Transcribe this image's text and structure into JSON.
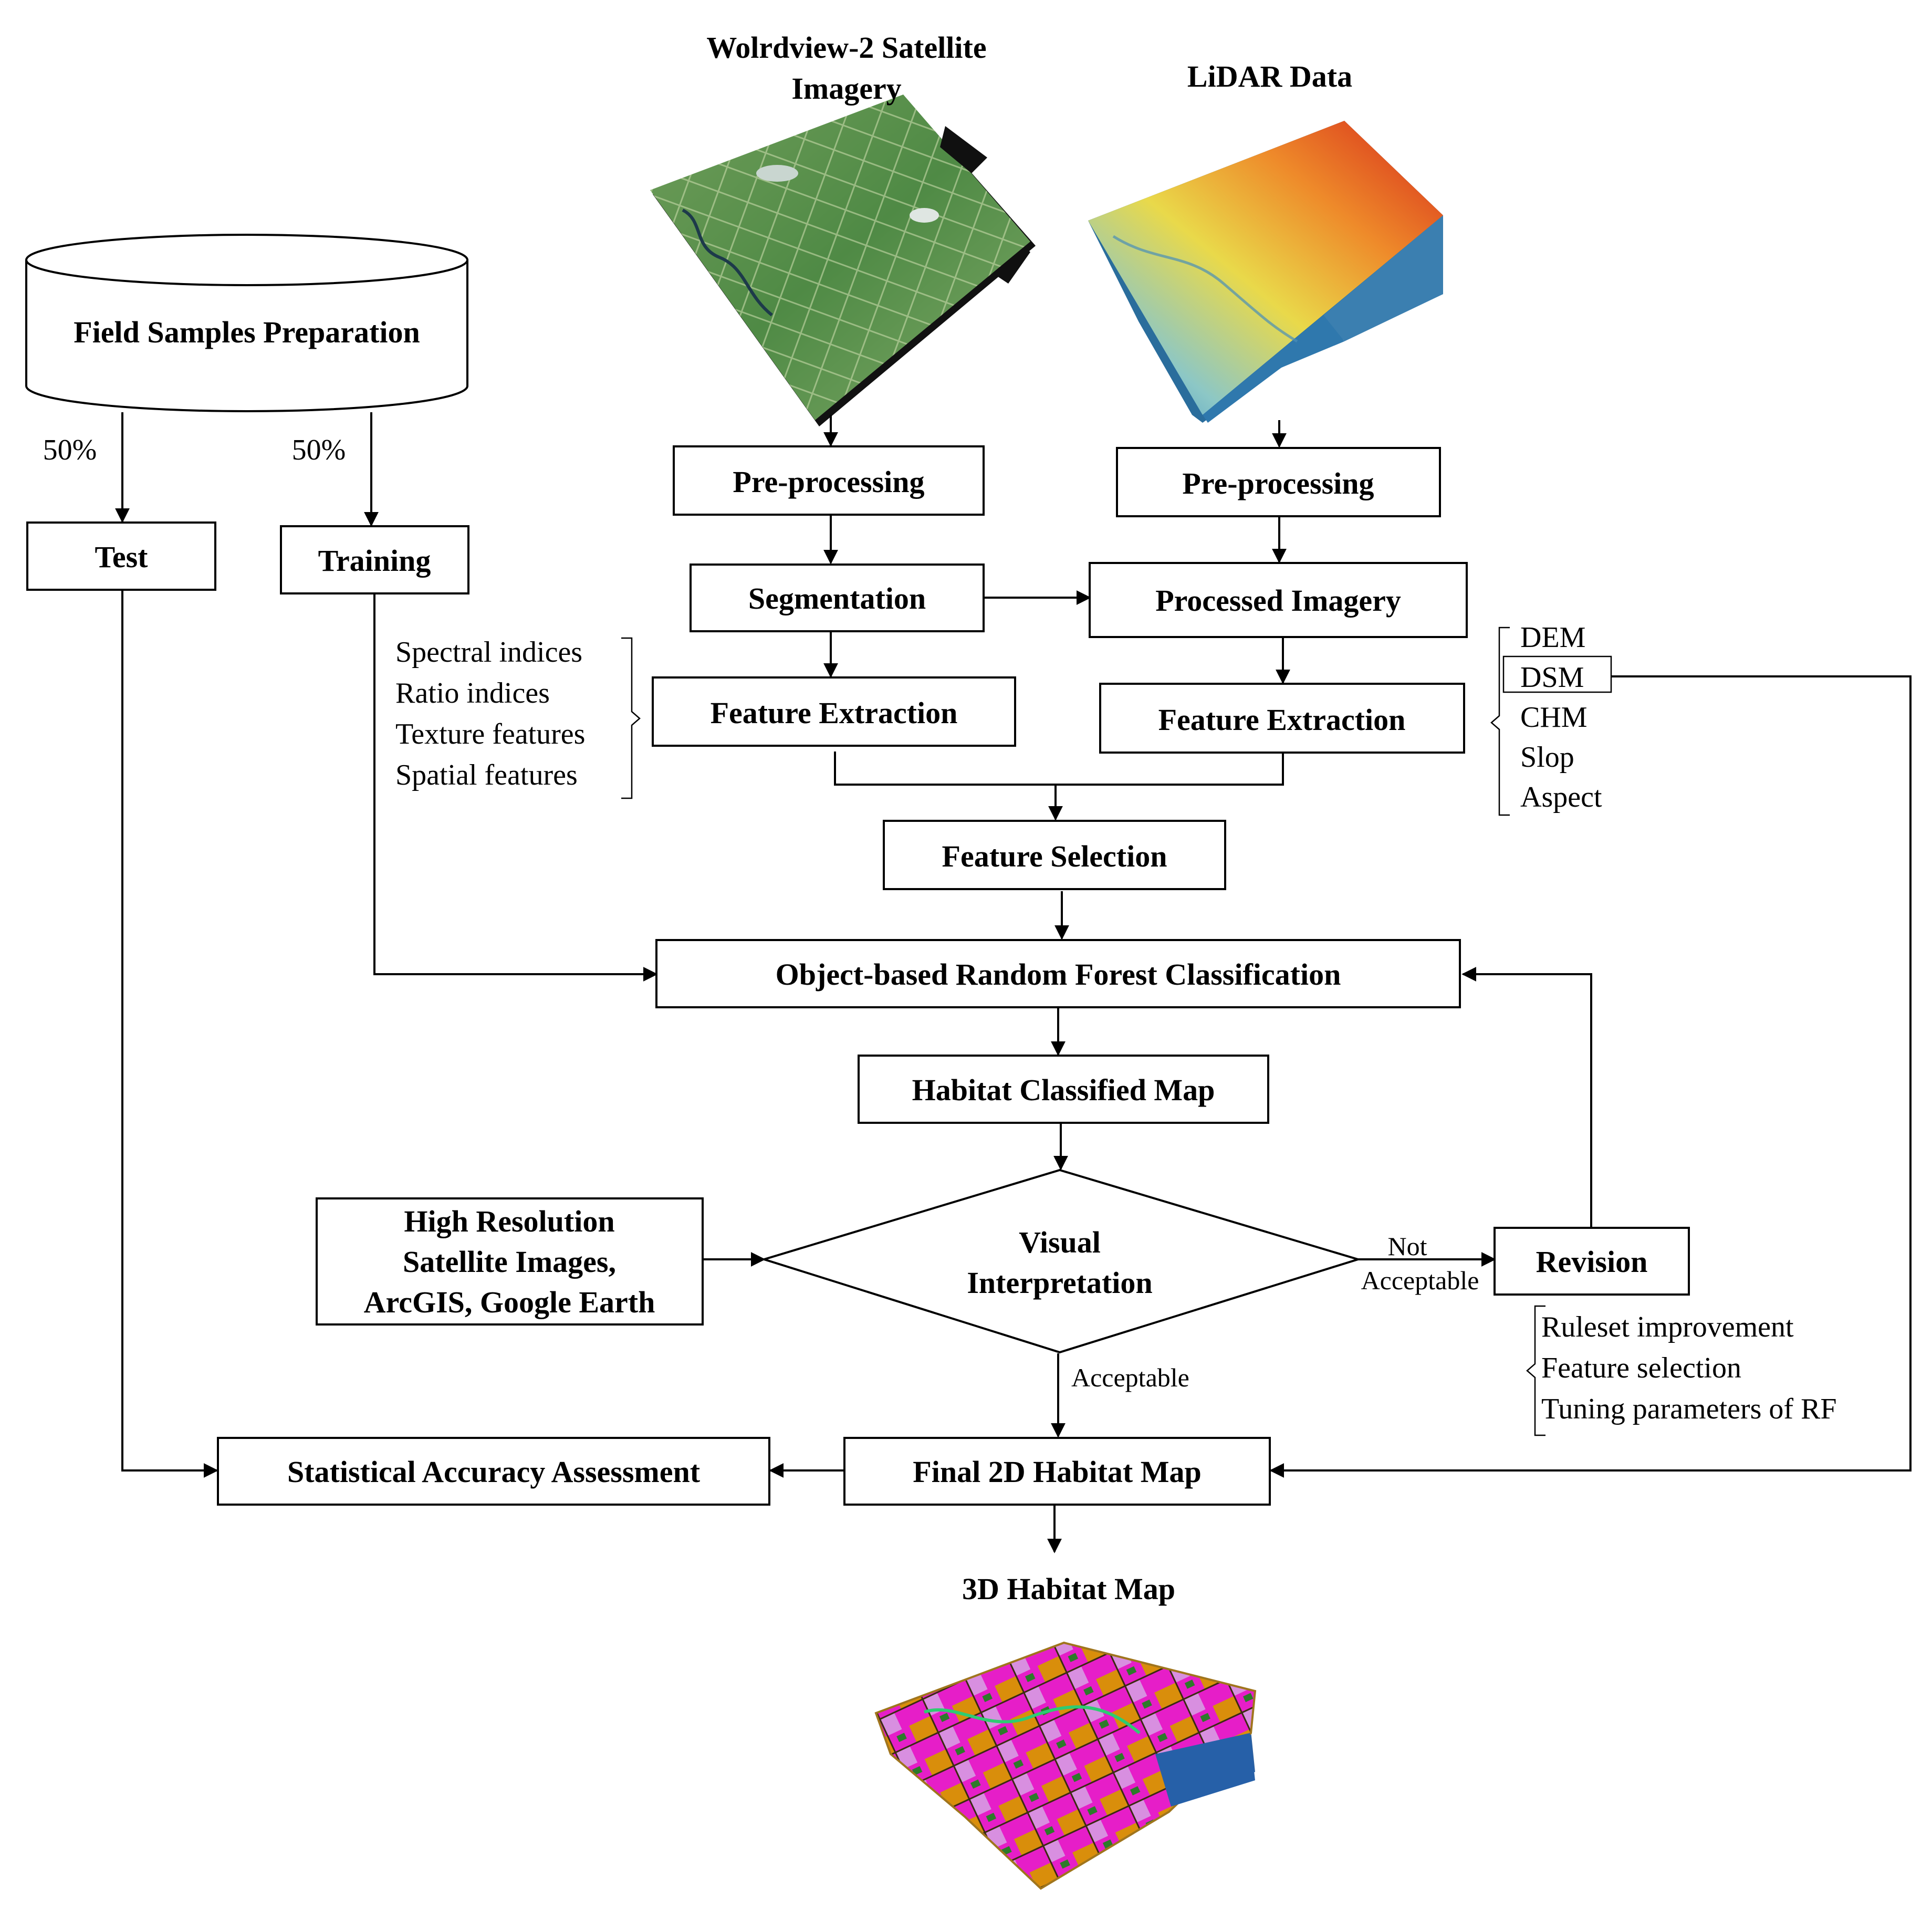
{
  "colors": {
    "line": "#000000",
    "box_fill": "#ffffff",
    "map_pink": "#e61ec8",
    "map_orange": "#d98e0b",
    "map_green": "#2d7a2a",
    "lidar_red": "#d83a1c",
    "lidar_yellow": "#e8d43a",
    "lidar_blue": "#3a8fc4"
  },
  "inputs": {
    "satellite_title_line1": "Wolrdview-2 Satellite",
    "satellite_title_line2": "Imagery",
    "lidar_title": "LiDAR Data",
    "satellite_image_icon": "satellite-image",
    "lidar_image_icon": "lidar-terrain-image"
  },
  "field": {
    "label": "Field Samples Preparation",
    "split_test": "50%",
    "split_train": "50%",
    "test_label": "Test",
    "training_label": "Training"
  },
  "satellite_branch": {
    "preprocessing": "Pre-processing",
    "segmentation": "Segmentation",
    "feature_extraction": "Feature Extraction",
    "features": [
      "Spectral indices",
      "Ratio indices",
      "Texture features",
      "Spatial features"
    ]
  },
  "lidar_branch": {
    "preprocessing": "Pre-processing",
    "processed": "Processed Imagery",
    "feature_extraction": "Feature Extraction",
    "features": [
      "DEM",
      "DSM",
      "CHM",
      "Slop",
      "Aspect"
    ]
  },
  "main": {
    "feature_selection": "Feature Selection",
    "classification": "Object-based Random Forest Classification",
    "classified_map": "Habitat Classified Map",
    "visual_line1": "Visual",
    "visual_line2": "Interpretation",
    "hr_line1": "High Resolution",
    "hr_line2": "Satellite Images,",
    "hr_line3": "ArcGIS, Google Earth",
    "not_acceptable_line1": "Not",
    "not_acceptable_line2": "Acceptable",
    "revision": "Revision",
    "revision_items": [
      "Ruleset improvement",
      "Feature selection",
      "Tuning parameters of RF"
    ],
    "acceptable": "Acceptable",
    "final_2d": "Final 2D Habitat Map",
    "accuracy": "Statistical Accuracy Assessment",
    "map_3d_title": "3D Habitat Map",
    "map_3d_icon": "habitat-3d-map-image"
  }
}
